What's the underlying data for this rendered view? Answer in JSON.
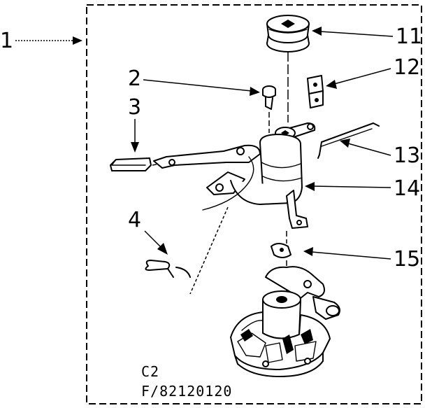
{
  "callouts": {
    "c1": "1",
    "c2": "2",
    "c3": "3",
    "c4": "4",
    "c11": "11",
    "c12": "12",
    "c13": "13",
    "c14": "14",
    "c15": "15"
  },
  "caption": {
    "code": "C2",
    "figure_number": "F/82120120"
  }
}
